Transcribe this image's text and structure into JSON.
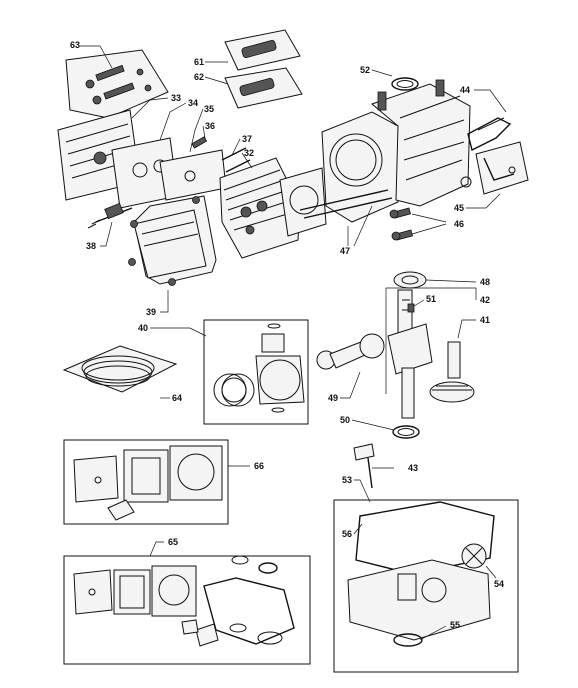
{
  "callouts": {
    "c32": "32",
    "c33": "33",
    "c34": "34",
    "c35": "35",
    "c36": "36",
    "c37": "37",
    "c38": "38",
    "c39": "39",
    "c40": "40",
    "c41": "41",
    "c42": "42",
    "c43": "43",
    "c44": "44",
    "c45": "45",
    "c46": "46",
    "c47": "47",
    "c48": "48",
    "c49": "49",
    "c50": "50",
    "c51": "51",
    "c52": "52",
    "c53": "53",
    "c54": "54",
    "c55": "55",
    "c56": "56",
    "c61": "61",
    "c62": "62",
    "c63": "63",
    "c64": "64",
    "c65": "65",
    "c66": "66"
  },
  "icons": {
    "bag": "parts-bag-icon",
    "gasket": "gasket-icon",
    "ring": "ring-icon",
    "bolt": "bolt-icon"
  }
}
